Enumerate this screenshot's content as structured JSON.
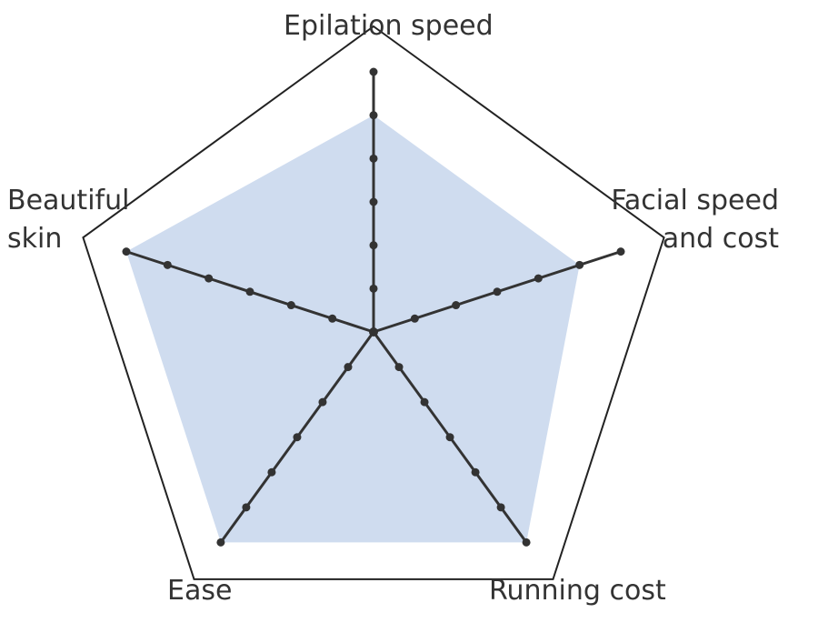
{
  "chart_data": {
    "type": "radar",
    "title": "",
    "scale_max": 6,
    "ticks": [
      1,
      2,
      3,
      4,
      5,
      6
    ],
    "axes": [
      {
        "label_lines": [
          "Epilation speed"
        ]
      },
      {
        "label_lines": [
          "Facial speed",
          "and cost"
        ]
      },
      {
        "label_lines": [
          "Running cost"
        ]
      },
      {
        "label_lines": [
          "Ease"
        ]
      },
      {
        "label_lines": [
          "Beautiful",
          "skin"
        ]
      }
    ],
    "series": [
      {
        "values": [
          5,
          5,
          6,
          6,
          6
        ]
      }
    ],
    "colors": {
      "fill": "#cfdcef",
      "axis": "#333333",
      "frame": "#222222"
    }
  }
}
